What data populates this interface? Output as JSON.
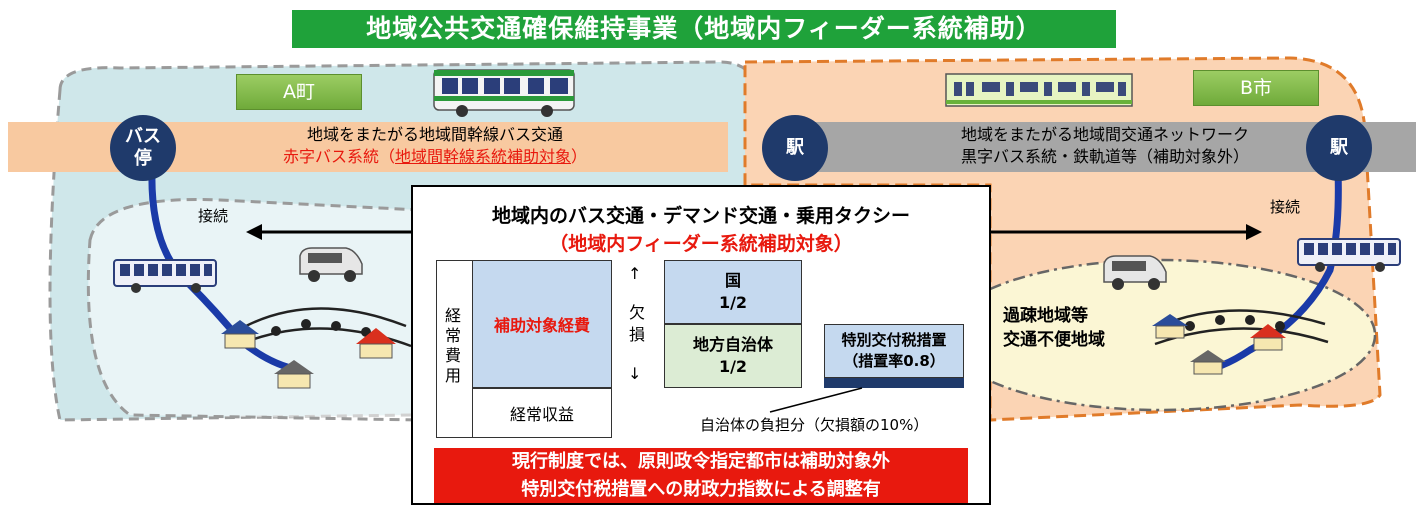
{
  "title": "地域公共交通確保維持事業（地域内フィーダー系統補助）",
  "town_a": "A町",
  "city_b": "B市",
  "bus_stop": "バス停",
  "station": "駅",
  "left_band": {
    "line1": "地域をまたがる地域間幹線バス交通",
    "line2_prefix": "赤字バス系統（",
    "line2_underlined": "地域間幹線系統補助対象",
    "line2_suffix": "）"
  },
  "right_band": {
    "line1": "地域をまたがる地域間交通ネットワーク",
    "line2": "黒字バス系統・鉄軌道等（補助対象外）"
  },
  "connect": "接続",
  "rural_area": {
    "line1": "過疎地域等",
    "line2": "交通不便地域"
  },
  "center": {
    "title": "地域内のバス交通・デマンド交通・乗用タクシー",
    "subtitle": "（地域内フィーダー系統補助対象）",
    "cost_label": "経常費用",
    "subsidy_cost": "補助対象経費",
    "revenue": "経常収益",
    "deficit": "欠損",
    "arrow_up": "↑",
    "arrow_down": "↓",
    "national_line1": "国",
    "national_line2": "1/2",
    "local_line1": "地方自治体",
    "local_line2": "1/2",
    "special_line1": "特別交付税措置",
    "special_line2": "（措置率0.8）",
    "burden_note": "自治体の負担分（欠損額の10%）",
    "warning_line1": "現行制度では、原則政令指定都市は補助対象外",
    "warning_line2": "特別交付税措置への財政力指数による調整有"
  },
  "colors": {
    "title_green": "#1fa23a",
    "band_orange": "#f8c9a0",
    "band_gray": "#a6a6a6",
    "circle_navy": "#1f3a6b",
    "cell_blue": "#c5d9ef",
    "cell_green": "#dcecd4",
    "warning_red": "#e8190e",
    "subsidy_red": "#e8190e"
  }
}
